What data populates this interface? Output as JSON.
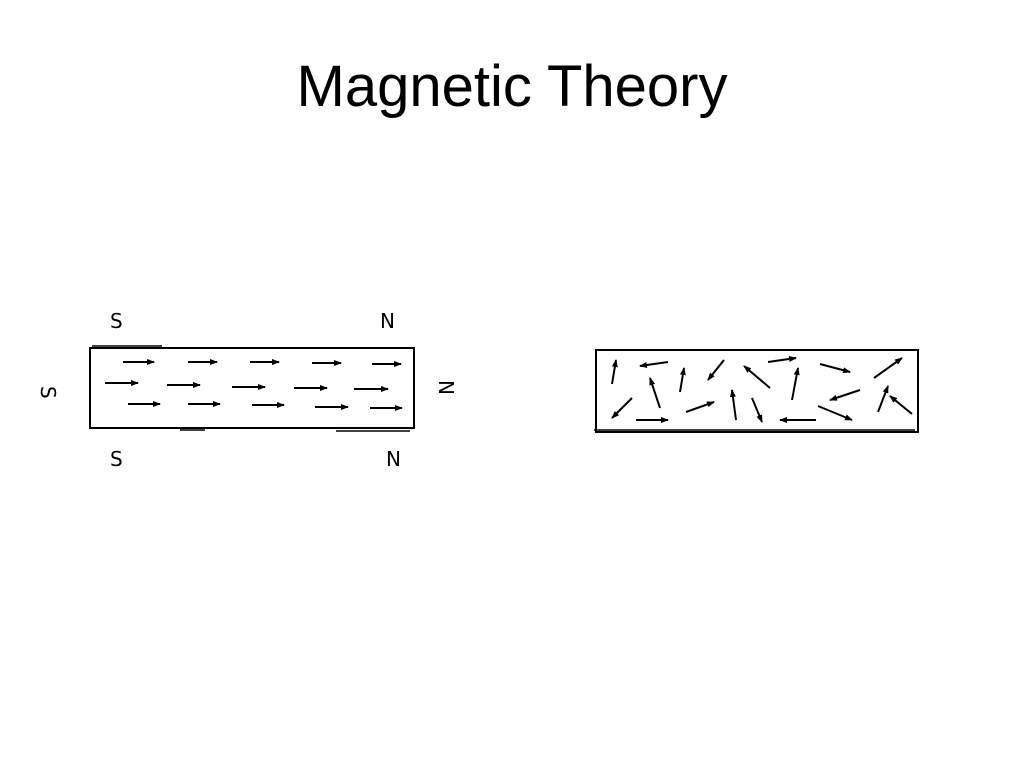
{
  "slide": {
    "title": "Magnetic Theory"
  },
  "magnetized_bar": {
    "top_left_pole": "S",
    "top_right_pole": "N",
    "bottom_left_pole": "S",
    "bottom_right_pole": "N",
    "left_side_pole": "S",
    "right_side_pole": "N",
    "domain_direction": "right"
  },
  "unmagnetized_bar": {
    "domain_direction": "random"
  },
  "colors": {
    "ink": "#000000",
    "background": "#ffffff"
  }
}
